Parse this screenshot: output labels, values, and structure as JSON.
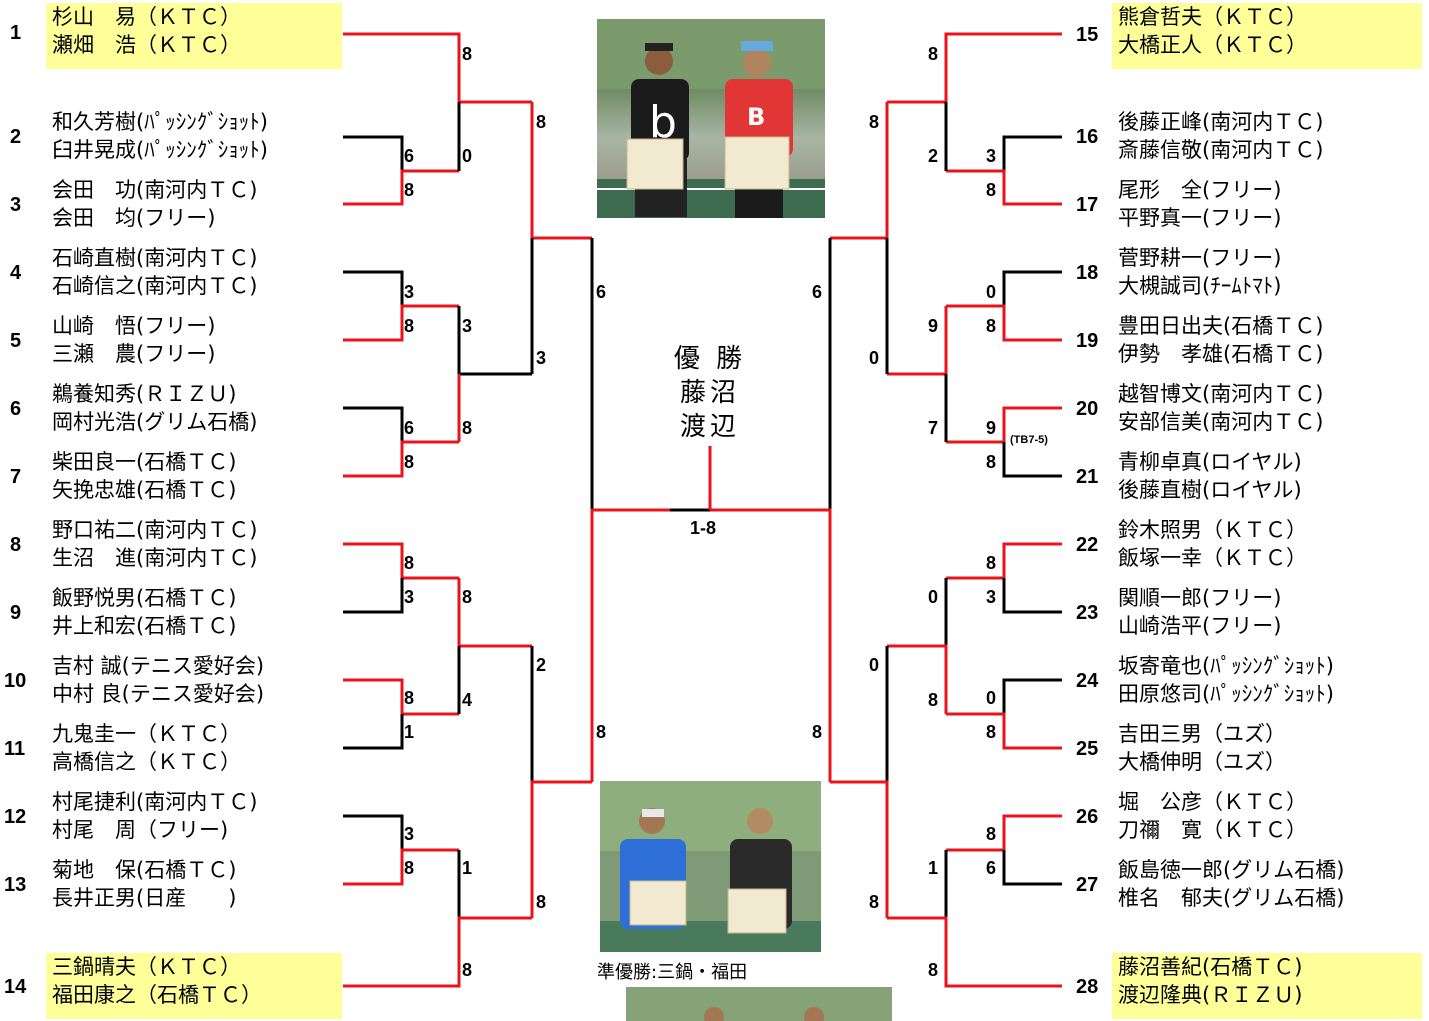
{
  "left": [
    {
      "seed": "1",
      "p1": "杉山　易（ＫＴＣ）",
      "p2": "瀬畑　浩（ＫＴＣ）"
    },
    {
      "seed": "2",
      "p1": "和久芳樹(ﾊﾟｯｼﾝｸﾞｼｮｯﾄ)",
      "p2": "臼井晃成(ﾊﾟｯｼﾝｸﾞｼｮｯﾄ)"
    },
    {
      "seed": "3",
      "p1": "会田　功(南河内ＴＣ)",
      "p2": "会田　均(フリー)"
    },
    {
      "seed": "4",
      "p1": "石崎直樹(南河内ＴＣ)",
      "p2": "石崎信之(南河内ＴＣ)"
    },
    {
      "seed": "5",
      "p1": "山崎　悟(フリー)",
      "p2": "三瀬　農(フリー)"
    },
    {
      "seed": "6",
      "p1": "鵜養知秀(ＲＩＺＵ)",
      "p2": "岡村光浩(グリム石橋)"
    },
    {
      "seed": "7",
      "p1": "柴田良一(石橋ＴＣ)",
      "p2": "矢挽忠雄(石橋ＴＣ)"
    },
    {
      "seed": "8",
      "p1": "野口祐二(南河内ＴＣ)",
      "p2": "生沼　進(南河内ＴＣ)"
    },
    {
      "seed": "9",
      "p1": "飯野悦男(石橋ＴＣ)",
      "p2": "井上和宏(石橋ＴＣ)"
    },
    {
      "seed": "10",
      "p1": "吉村 誠(テニス愛好会)",
      "p2": "中村 良(テニス愛好会)"
    },
    {
      "seed": "11",
      "p1": "九鬼圭一（ＫＴＣ）",
      "p2": "高橋信之（ＫＴＣ）"
    },
    {
      "seed": "12",
      "p1": "村尾捷利(南河内ＴＣ)",
      "p2": "村尾　周（フリー)"
    },
    {
      "seed": "13",
      "p1": "菊地　保(石橋ＴＣ)",
      "p2": "長井正男(日産　　)"
    },
    {
      "seed": "14",
      "p1": "三鍋晴夫（ＫＴＣ）",
      "p2": "福田康之（石橋ＴＣ）"
    }
  ],
  "right": [
    {
      "seed": "15",
      "p1": "熊倉哲夫（ＫＴＣ）",
      "p2": "大橋正人（ＫＴＣ）"
    },
    {
      "seed": "16",
      "p1": "後藤正峰(南河内ＴＣ)",
      "p2": "斎藤信敬(南河内ＴＣ)"
    },
    {
      "seed": "17",
      "p1": "尾形　全(フリー)",
      "p2": "平野真一(フリー)"
    },
    {
      "seed": "18",
      "p1": "菅野耕一(フリー)",
      "p2": "大槻誠司(ﾁｰﾑﾄﾏﾄ)"
    },
    {
      "seed": "19",
      "p1": "豊田日出夫(石橋ＴＣ)",
      "p2": "伊勢　孝雄(石橋ＴＣ)"
    },
    {
      "seed": "20",
      "p1": "越智博文(南河内ＴＣ)",
      "p2": "安部信美(南河内ＴＣ)"
    },
    {
      "seed": "21",
      "p1": "青柳卓真(ロイヤル)",
      "p2": "後藤直樹(ロイヤル)"
    },
    {
      "seed": "22",
      "p1": "鈴木照男（ＫＴＣ）",
      "p2": "飯塚一幸（ＫＴＣ）"
    },
    {
      "seed": "23",
      "p1": "関順一郎(フリー)",
      "p2": "山崎浩平(フリー)"
    },
    {
      "seed": "24",
      "p1": "坂寄竜也(ﾊﾟｯｼﾝｸﾞｼｮｯﾄ)",
      "p2": "田原悠司(ﾊﾟｯｼﾝｸﾞｼｮｯﾄ)"
    },
    {
      "seed": "25",
      "p1": "吉田三男（ユズ）",
      "p2": "大橋伸明（ユズ）"
    },
    {
      "seed": "26",
      "p1": "堀　公彦（ＫＴＣ）",
      "p2": "刀禰　寛（ＫＴＣ）"
    },
    {
      "seed": "27",
      "p1": "飯島徳一郎(グリム石橋)",
      "p2": "椎名　郁夫(グリム石橋)"
    },
    {
      "seed": "28",
      "p1": "藤沼善紀(石橋ＴＣ)",
      "p2": "渡辺隆典(ＲＩＺＵ)"
    }
  ],
  "scores": {
    "l_r1_2_3": [
      "6",
      "8"
    ],
    "l_r1_4_5": [
      "3",
      "8"
    ],
    "l_r1_6_7": [
      "6",
      "8"
    ],
    "l_r1_8_9": [
      "8",
      "3"
    ],
    "l_r1_10_11": [
      "8",
      "1"
    ],
    "l_r1_12_13": [
      "3",
      "8"
    ],
    "l_r2_top": [
      "8",
      "0"
    ],
    "l_r2_b": [
      "3",
      "8"
    ],
    "l_r2_c": [
      "8",
      "4"
    ],
    "l_r2_d": [
      "1",
      "8"
    ],
    "l_r3_top": [
      "8",
      "3"
    ],
    "l_r3_bot": [
      "2",
      "8"
    ],
    "l_sf": [
      "6",
      "8"
    ],
    "r_r1_16_17": [
      "3",
      "8"
    ],
    "r_r1_18_19": [
      "0",
      "8"
    ],
    "r_r1_20_21": [
      "9",
      "8"
    ],
    "r_r1_22_23": [
      "8",
      "3"
    ],
    "r_r1_24_25": [
      "0",
      "8"
    ],
    "r_r1_26_27": [
      "8",
      "6"
    ],
    "r_r2_top": [
      "8",
      "2"
    ],
    "r_r2_b": [
      "9",
      "7"
    ],
    "r_r2_c": [
      "0",
      "8"
    ],
    "r_r2_d": [
      "1",
      "8"
    ],
    "r_r3_top": [
      "8",
      "0"
    ],
    "r_r3_bot": [
      "0",
      "8"
    ],
    "r_sf": [
      "6",
      "8"
    ],
    "tiebreak": "(TB7-5)"
  },
  "center": {
    "champion_title": "優 勝",
    "champion_1": "藤沼",
    "champion_2": "渡辺",
    "final_score": "1-8",
    "runnerup_caption": "準優勝:三鍋・福田"
  },
  "colors": {
    "win": "#e8141d",
    "line": "#000000",
    "highlight": "#ffff99"
  }
}
